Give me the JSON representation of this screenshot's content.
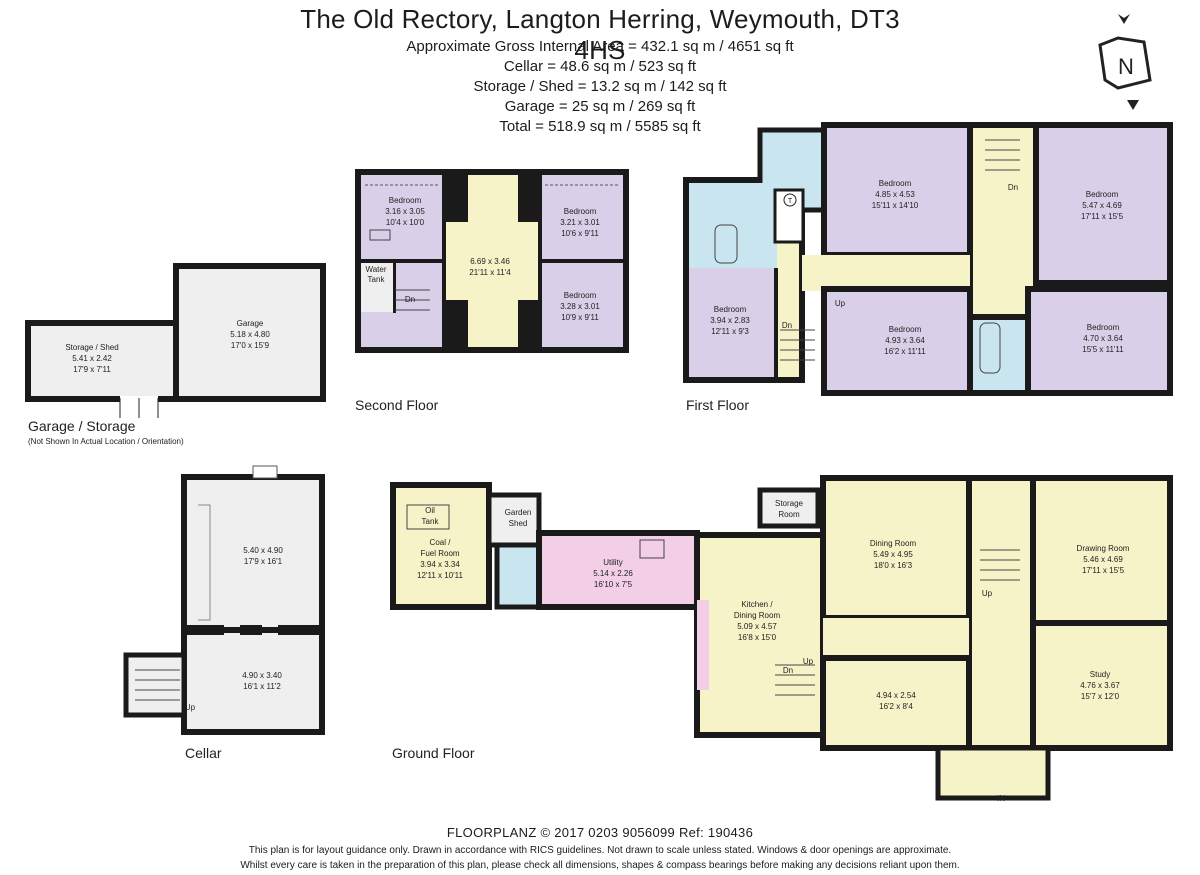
{
  "header": {
    "title": "The Old Rectory, Langton Herring, Weymouth, DT3 4HS",
    "lines": [
      "Approximate Gross Internal Area = 432.1 sq m / 4651 sq ft",
      "Cellar = 48.6 sq m / 523 sq ft",
      "Storage / Shed = 13.2 sq m / 142 sq ft",
      "Garage = 25 sq m / 269 sq ft",
      "Total = 518.9 sq m / 5585 sq ft"
    ]
  },
  "compass": {
    "label": "N"
  },
  "floor_labels": {
    "second": "Second Floor",
    "first": "First Floor",
    "garage": "Garage / Storage",
    "garage_note": "(Not Shown In Actual Location / Orientation)",
    "cellar": "Cellar",
    "ground": "Ground Floor"
  },
  "rooms": {
    "storage_shed": {
      "name": "Storage / Shed",
      "m": "5.41 x 2.42",
      "ft": "17'9 x 7'11"
    },
    "garage": {
      "name": "Garage",
      "m": "5.18 x 4.80",
      "ft": "17'0 x 15'9"
    },
    "sf_bed1": {
      "name": "Bedroom",
      "m": "3.16 x 3.05",
      "ft": "10'4 x 10'0"
    },
    "sf_landing": {
      "m": "6.69 x 3.46",
      "ft": "21'11 x 11'4"
    },
    "sf_bed2": {
      "name": "Bedroom",
      "m": "3.21 x 3.01",
      "ft": "10'6 x 9'11"
    },
    "sf_bed3": {
      "name": "Bedroom",
      "m": "3.28 x 3.01",
      "ft": "10'9 x 9'11"
    },
    "water_tank": {
      "l1": "Water",
      "l2": "Tank"
    },
    "ff_bed_nw": {
      "name": "Bedroom",
      "m": "4.85 x 4.53",
      "ft": "15'11 x 14'10"
    },
    "ff_bed_ne": {
      "name": "Bedroom",
      "m": "5.47 x 4.69",
      "ft": "17'11 x 15'5"
    },
    "ff_bed_w": {
      "name": "Bedroom",
      "m": "3.94 x 2.83",
      "ft": "12'11 x 9'3"
    },
    "ff_bed_mid": {
      "name": "Bedroom",
      "m": "4.93 x 3.64",
      "ft": "16'2 x 11'11"
    },
    "ff_bed_e": {
      "name": "Bedroom",
      "m": "4.70 x 3.64",
      "ft": "15'5 x 11'11"
    },
    "cellar_main": {
      "m": "5.40 x 4.90",
      "ft": "17'9 x 16'1"
    },
    "cellar_small": {
      "m": "4.90 x 3.40",
      "ft": "16'1 x 11'2"
    },
    "oil_tank": {
      "l1": "Oil",
      "l2": "Tank"
    },
    "coal": {
      "l1": "Coal /",
      "l2": "Fuel Room",
      "m": "3.94 x 3.34",
      "ft": "12'11 x 10'11"
    },
    "garden_shed": {
      "l1": "Garden",
      "l2": "Shed"
    },
    "utility": {
      "name": "Utility",
      "m": "5.14 x 2.26",
      "ft": "16'10 x 7'5"
    },
    "kitchen": {
      "l1": "Kitchen /",
      "l2": "Dining Room",
      "m": "5.09 x 4.57",
      "ft": "16'8 x 15'0"
    },
    "storage_room": {
      "l1": "Storage",
      "l2": "Room"
    },
    "dining": {
      "name": "Dining Room",
      "m": "5.49 x 4.95",
      "ft": "18'0 x 16'3"
    },
    "drawing": {
      "name": "Drawing Room",
      "m": "5.46 x 4.69",
      "ft": "17'11 x 15'5"
    },
    "study": {
      "name": "Study",
      "m": "4.76 x 3.67",
      "ft": "15'7 x 12'0"
    },
    "gf_room": {
      "m": "4.94 x 2.54",
      "ft": "16'2 x 8'4"
    }
  },
  "markers": {
    "up": "Up",
    "dn": "Dn",
    "in": "IN",
    "t": "T"
  },
  "footer": {
    "line1": "FLOORPLANZ © 2017   0203 9056099   Ref: 190436",
    "line2": "This plan is for layout guidance only. Drawn in accordance with RICS guidelines. Not drawn to scale unless stated. Windows & door openings are approximate.",
    "line3": "Whilst every care is taken in the preparation of this plan, please check all dimensions, shapes & compass bearings before making any decisions reliant upon them."
  },
  "colors": {
    "bedroom": "#d9cfe8",
    "circulation": "#f6f3c8",
    "bathroom": "#c9e6f0",
    "utility": "#f2cfe6",
    "storage": "#efefef",
    "wall": "#1a1a1a"
  }
}
